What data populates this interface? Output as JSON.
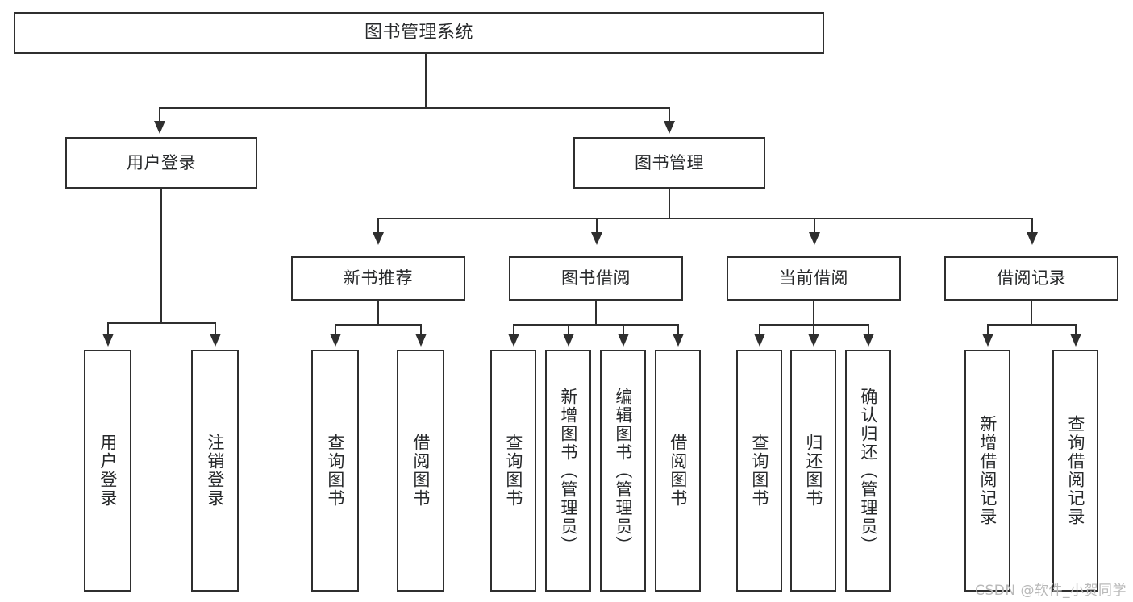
{
  "diagram": {
    "title": "图书管理系统",
    "type": "tree",
    "watermark": "CSDN @软件_小贺同学",
    "colors": {
      "stroke": "#2f2f2f",
      "box_fill": "#ffffff",
      "text": "#27292b",
      "watermark": "#b9b9b9",
      "background": "#ffffff"
    },
    "root": {
      "label": "图书管理系统"
    },
    "level2": [
      {
        "label": "用户登录"
      },
      {
        "label": "图书管理"
      }
    ],
    "level3": [
      {
        "label": "新书推荐"
      },
      {
        "label": "图书借阅"
      },
      {
        "label": "当前借阅"
      },
      {
        "label": "借阅记录"
      }
    ],
    "leaves": {
      "user_login": [
        {
          "label": "用户登录"
        },
        {
          "label": "注销登录"
        }
      ],
      "new_book_recommend": [
        {
          "label": "查询图书"
        },
        {
          "label": "借阅图书"
        }
      ],
      "book_borrow": [
        {
          "label": "查询图书"
        },
        {
          "label": "新增图书（管理员）"
        },
        {
          "label": "编辑图书（管理员）"
        },
        {
          "label": "借阅图书"
        }
      ],
      "current_borrow": [
        {
          "label": "查询图书"
        },
        {
          "label": "归还图书"
        },
        {
          "label": "确认归还（管理员）"
        }
      ],
      "borrow_record": [
        {
          "label": "新增借阅记录"
        },
        {
          "label": "查询借阅记录"
        }
      ]
    }
  }
}
